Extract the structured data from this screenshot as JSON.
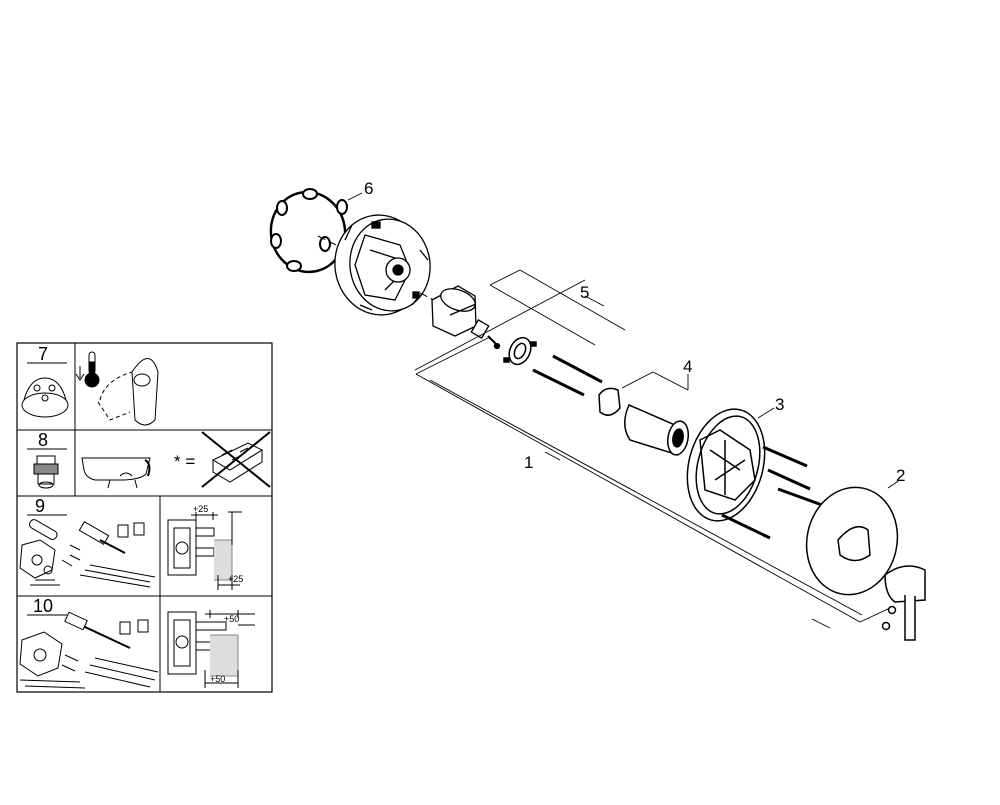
{
  "diagram": {
    "callouts": [
      {
        "id": "1",
        "label": "1"
      },
      {
        "id": "2",
        "label": "2"
      },
      {
        "id": "3",
        "label": "3"
      },
      {
        "id": "4",
        "label": "4"
      },
      {
        "id": "5",
        "label": "5"
      },
      {
        "id": "6",
        "label": "6"
      }
    ],
    "panel": {
      "rows": [
        {
          "label": "7"
        },
        {
          "label": "8"
        },
        {
          "label": "9",
          "dim_top": "+25",
          "dim_bottom": "+25"
        },
        {
          "label": "10",
          "dim_top": "+50",
          "dim_bottom": "+50"
        }
      ],
      "note_symbol": "* ="
    }
  }
}
